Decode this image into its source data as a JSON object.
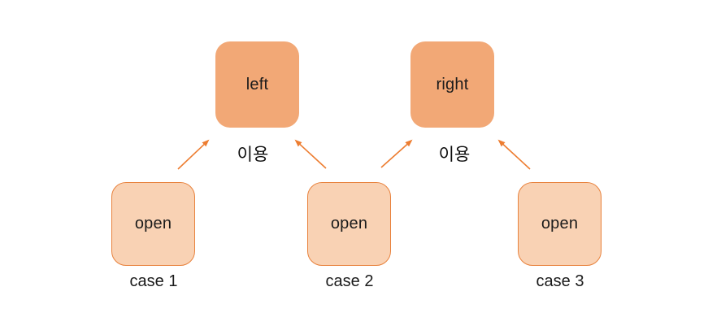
{
  "diagram": {
    "background": "#ffffff",
    "colors": {
      "top_box_fill": "#F2A876",
      "bottom_box_fill": "#F9D2B4",
      "bottom_box_border": "#E8823D",
      "arrow": "#ED7D31",
      "text": "#1b1b1b"
    },
    "top_nodes": [
      {
        "id": "left",
        "label": "left"
      },
      {
        "id": "right",
        "label": "right"
      }
    ],
    "bottom_nodes": [
      {
        "id": "open1",
        "label": "open",
        "caption": "case 1"
      },
      {
        "id": "open2",
        "label": "open",
        "caption": "case 2"
      },
      {
        "id": "open3",
        "label": "open",
        "caption": "case 3"
      }
    ],
    "edges": [
      {
        "from": "open1",
        "to": "left"
      },
      {
        "from": "open2",
        "to": "left"
      },
      {
        "from": "open2",
        "to": "right"
      },
      {
        "from": "open3",
        "to": "right"
      }
    ],
    "edge_labels": [
      {
        "text": "이용",
        "between": "left arrows"
      },
      {
        "text": "이용",
        "between": "right arrows"
      }
    ]
  }
}
